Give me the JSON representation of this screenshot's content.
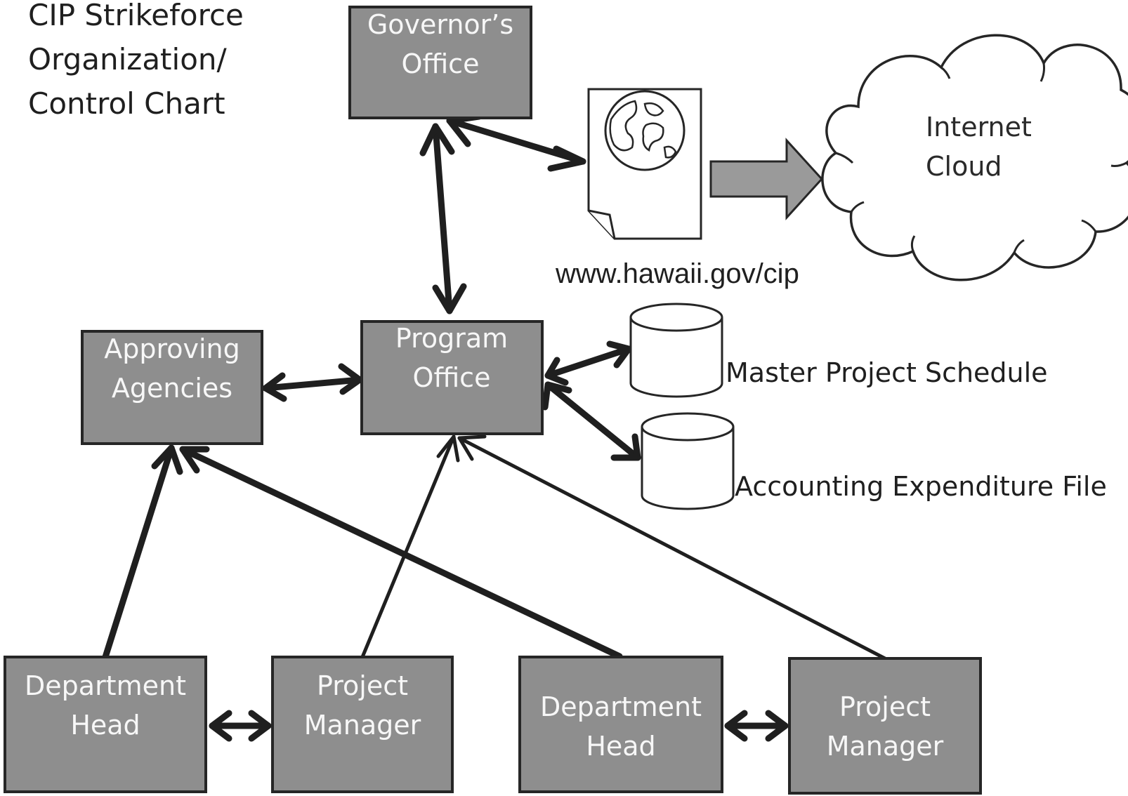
{
  "title": {
    "lines": [
      "CIP Strikeforce",
      "Organization/",
      "Control Chart"
    ]
  },
  "boxes": {
    "governors_office": [
      "Governor’s",
      "Office"
    ],
    "program_office": [
      "Program",
      "Office"
    ],
    "approving_agencies": [
      "Approving",
      "Agencies"
    ],
    "department_head_1": [
      "Department",
      "Head"
    ],
    "project_manager_1": [
      "Project",
      "Manager"
    ],
    "department_head_2": [
      "Department",
      "Head"
    ],
    "project_manager_2": [
      "Project",
      "Manager"
    ]
  },
  "cloud": {
    "lines": [
      "Internet",
      "Cloud"
    ]
  },
  "web_page": {
    "url": "www.hawaii.gov/cip",
    "icon": "globe-document-icon"
  },
  "data_files": {
    "master_schedule": "Master Project Schedule",
    "accounting_file": "Accounting Expenditure File"
  },
  "colors": {
    "box_fill": "#8e8e8e",
    "box_text": "#f7f7f7",
    "line": "#1f1f1f"
  }
}
